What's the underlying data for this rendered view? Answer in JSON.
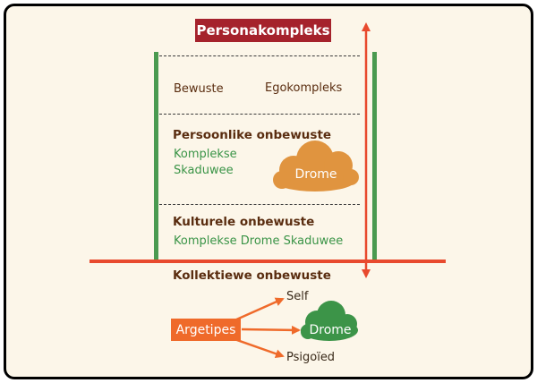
{
  "title": "Personakompleks",
  "conscious": {
    "label": "Bewuste",
    "complex": "Egokompleks"
  },
  "personal": {
    "heading": "Persoonlike onbewuste",
    "line1": "Komplekse",
    "line2": "Skaduwee",
    "cloud": "Drome"
  },
  "cultural": {
    "heading": "Kulturele onbewuste",
    "line": "Komplekse Drome Skaduwee"
  },
  "collective": {
    "heading": "Kollektiewe onbewuste",
    "archetypes": "Argetipes",
    "self": "Self",
    "cloud": "Drome",
    "psychoid": "Psigoïed"
  },
  "colors": {
    "title_bg": "#a5222c",
    "green_bar": "#4a9a50",
    "red_line": "#e84a2e",
    "orange": "#ef6a2a",
    "cloud_orange": "#e0943f",
    "cloud_green": "#3c9448",
    "background": "#fcf6e9"
  }
}
